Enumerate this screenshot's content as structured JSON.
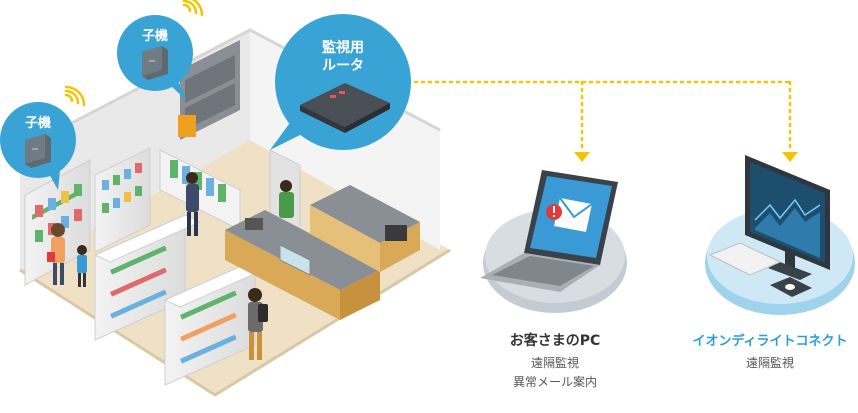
{
  "bubbles": {
    "child1": "子機",
    "child2": "子機",
    "router_line1": "監視用",
    "router_line2": "ルータ"
  },
  "targets": {
    "customer_pc": {
      "title": "お客さまのPC",
      "line1": "遠隔監視",
      "line2": "異常メール案内"
    },
    "aeon_connect": {
      "title": "イオンディライトコネクト",
      "line1": "遠隔監視"
    }
  },
  "colors": {
    "bubble": "#3aa3d6",
    "connector": "#f5c400",
    "accent_title": "#2a9fd6"
  }
}
